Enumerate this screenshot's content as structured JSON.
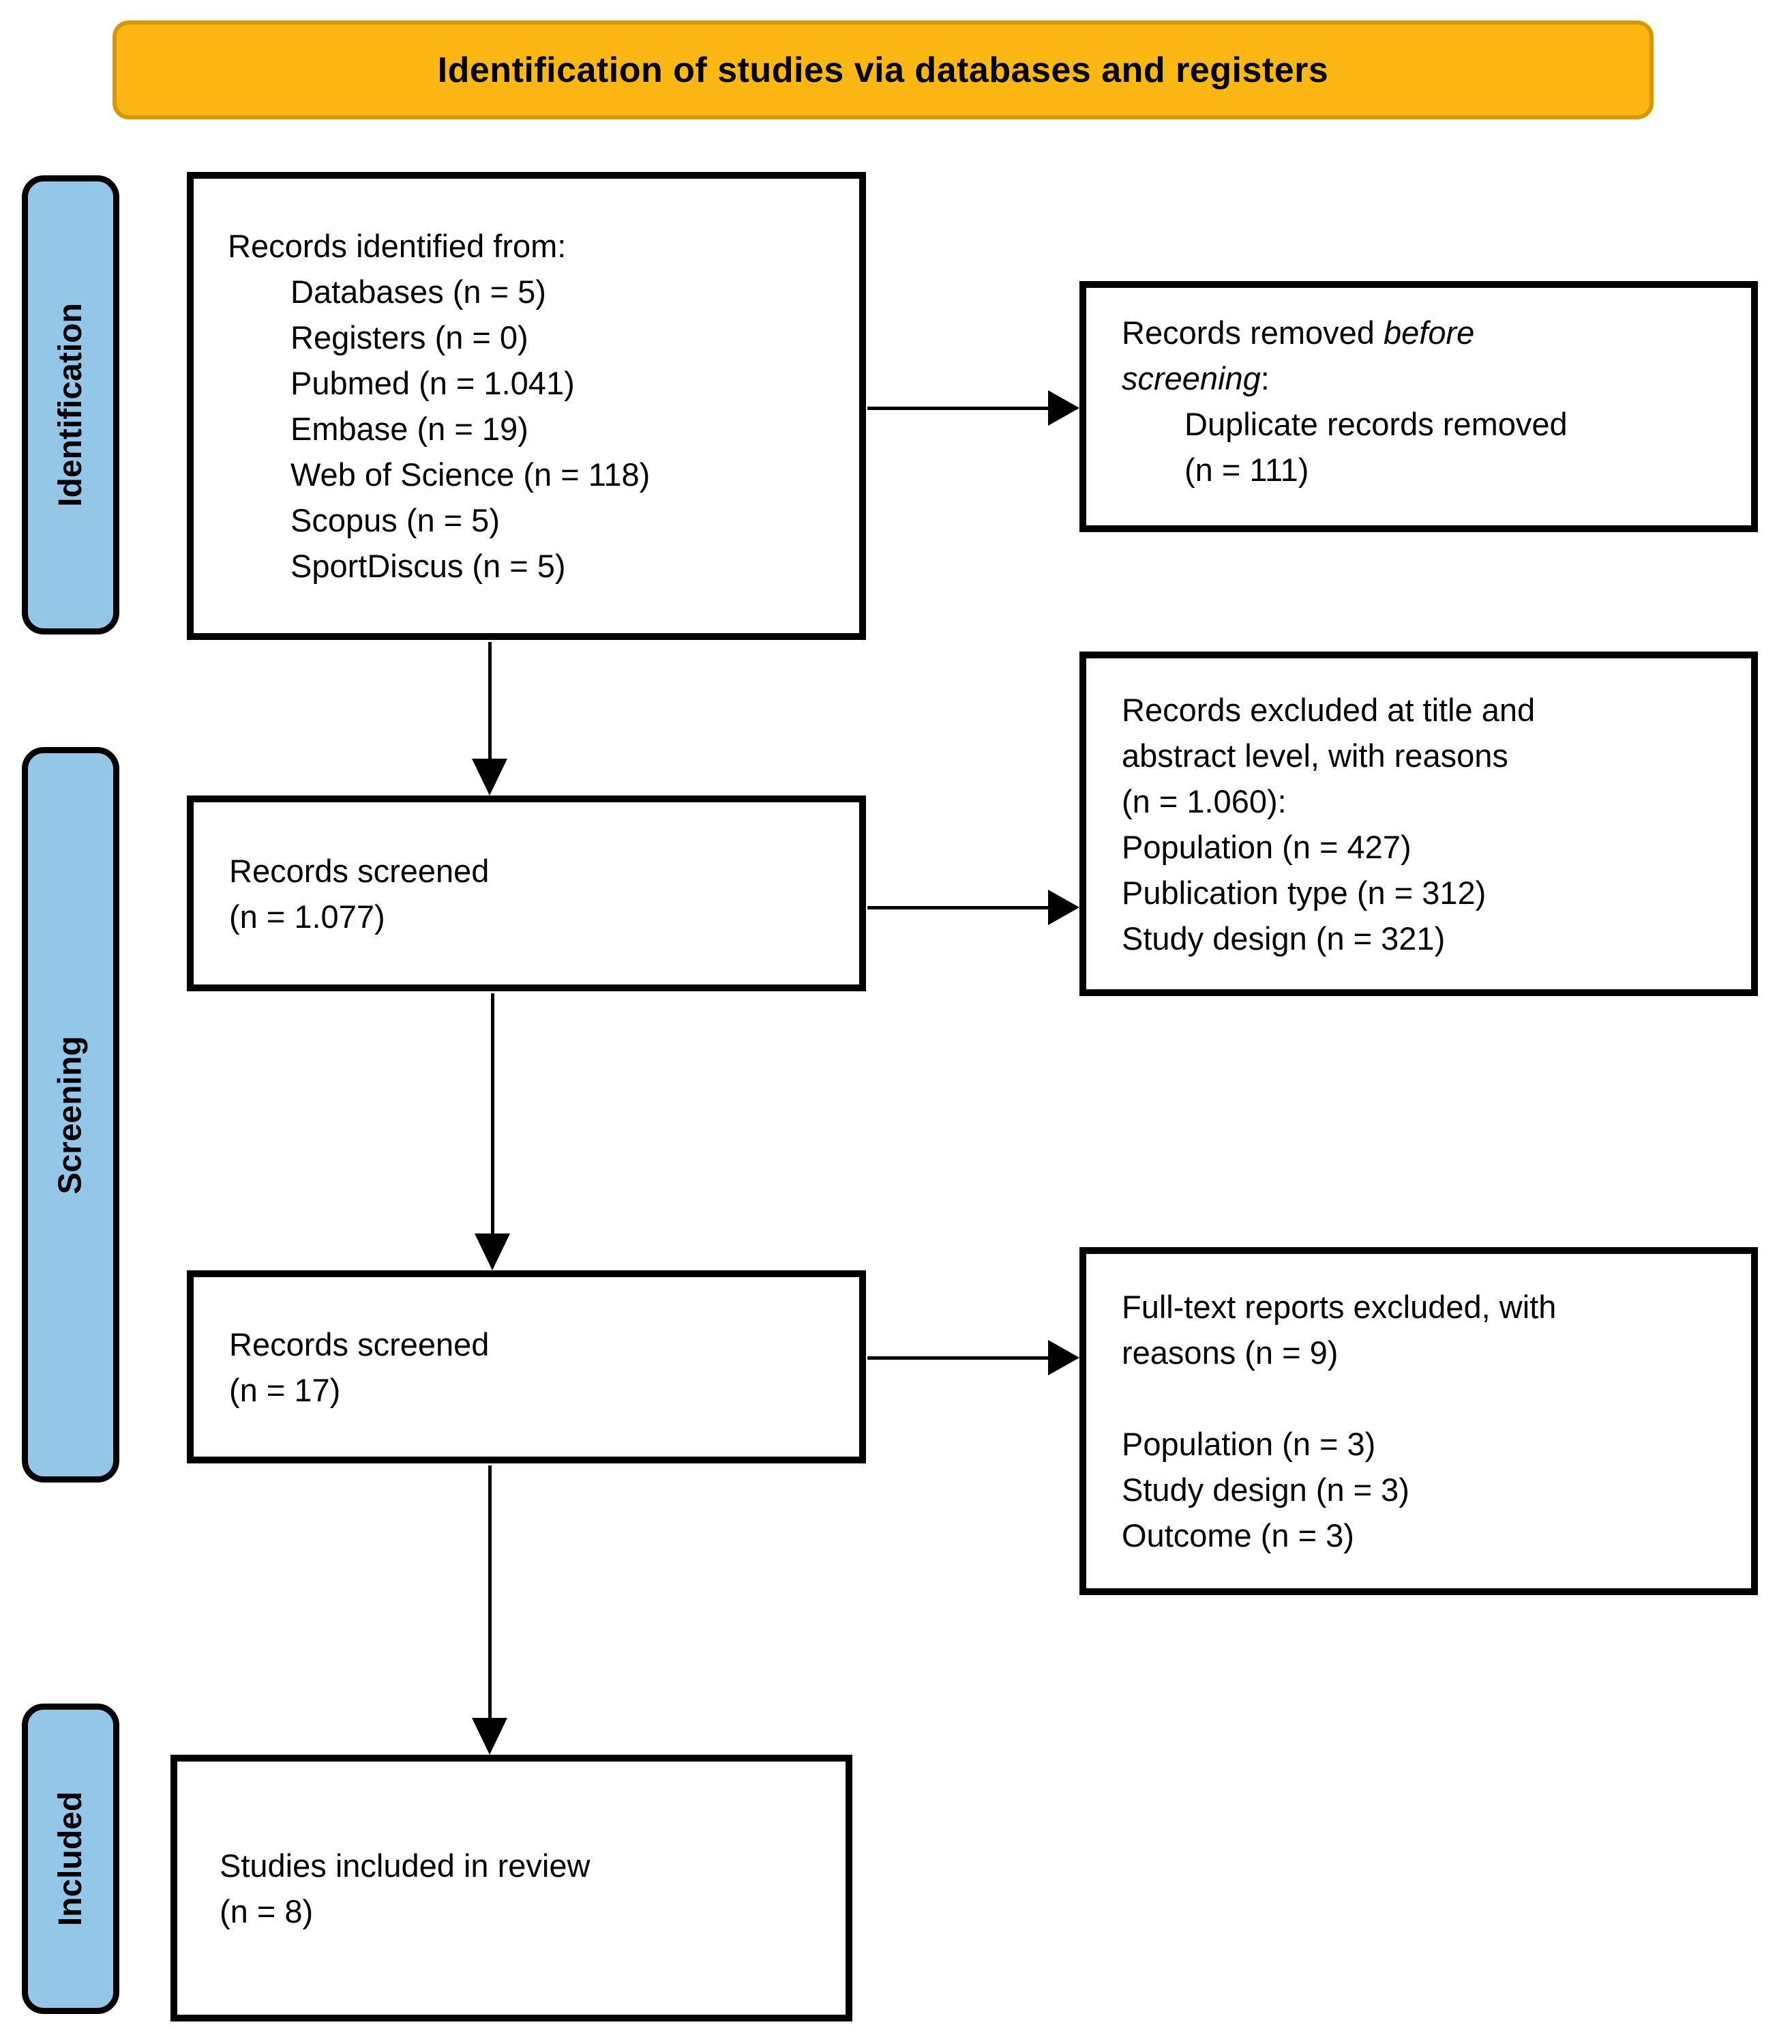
{
  "banner": {
    "title": "Identification of studies via databases and registers"
  },
  "stages": [
    {
      "label": "Identification"
    },
    {
      "label": "Screening"
    },
    {
      "label": "Included"
    }
  ],
  "boxes": {
    "identified": {
      "title": "Records identified from:",
      "items": [
        "Databases (n = 5)",
        "Registers (n = 0)",
        "Pubmed (n = 1.041)",
        "Embase (n = 19)",
        "Web of Science (n = 118)",
        "Scopus (n = 5)",
        "SportDiscus (n = 5)"
      ]
    },
    "removed_before_screening": {
      "line1_pre": "Records removed ",
      "line1_em": "before",
      "line2_em": "screening",
      "line2_post": ":",
      "items": [
        "Duplicate records removed",
        "(n = 111)"
      ]
    },
    "records_screened_1": {
      "lines": [
        "Records screened",
        "(n = 1.077)"
      ]
    },
    "excluded_title_abstract": {
      "lines": [
        "Records excluded at title and",
        "abstract level, with reasons",
        "(n = 1.060):",
        "Population (n = 427)",
        "Publication type (n = 312)",
        "Study design (n = 321)"
      ]
    },
    "records_screened_2": {
      "lines": [
        "Records screened",
        "(n = 17)"
      ]
    },
    "fulltext_excluded": {
      "lines": [
        "Full-text reports excluded, with",
        "reasons (n = 9)",
        "",
        "Population (n = 3)",
        "Study design (n = 3)",
        "Outcome (n = 3)"
      ]
    },
    "studies_included": {
      "lines": [
        "Studies included in review",
        "(n = 8)"
      ]
    }
  },
  "colors": {
    "banner_fill": "#FDB714",
    "banner_border": "#D89600",
    "stage_fill": "#94C6E8",
    "box_border": "#000000",
    "arrow": "#000000"
  }
}
